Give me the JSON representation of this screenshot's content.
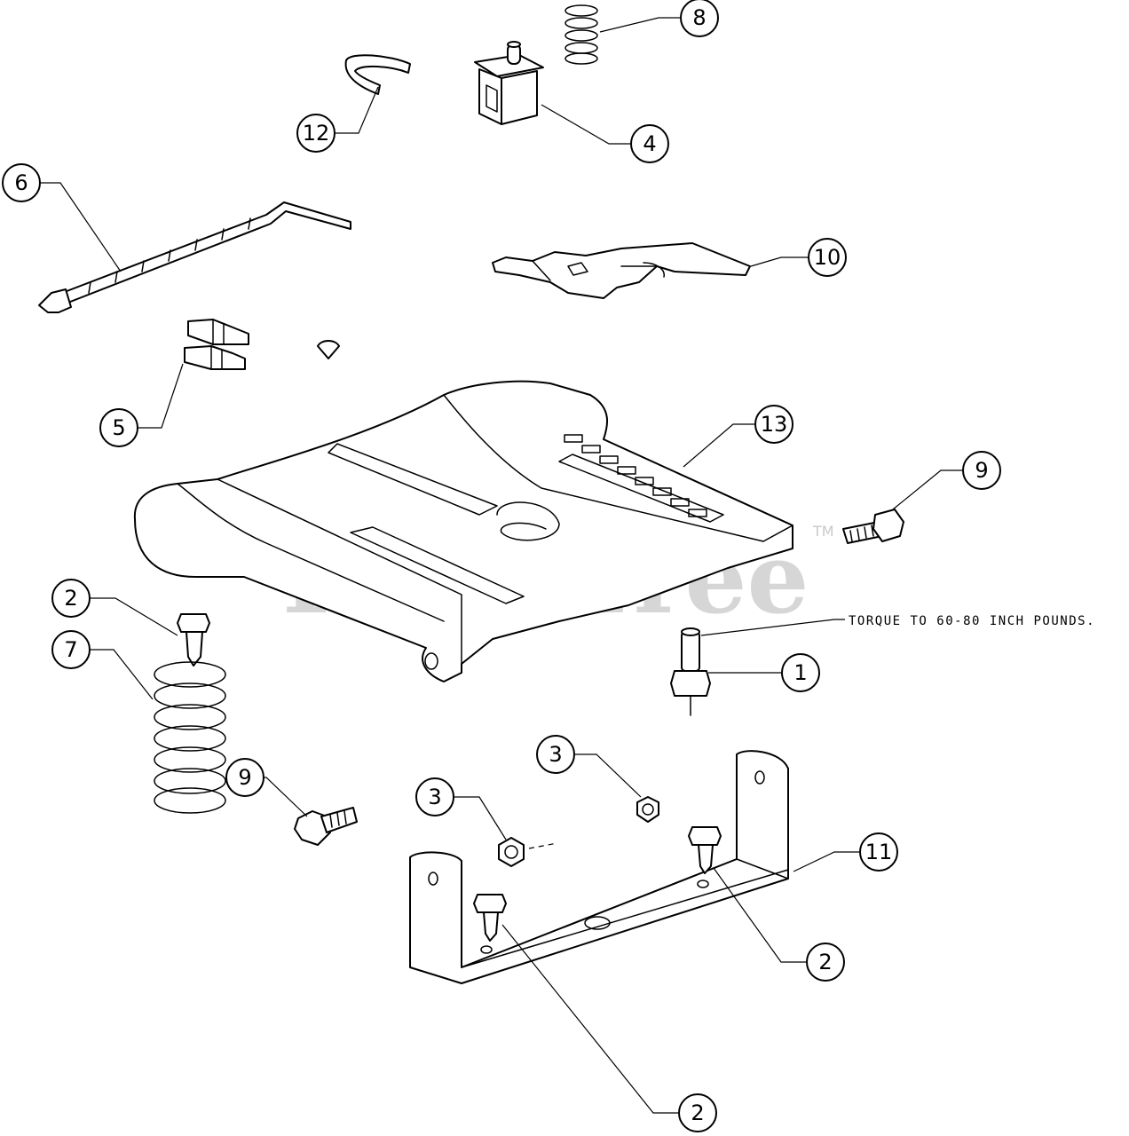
{
  "watermark": {
    "text": "PartsTree",
    "trademark": "TM"
  },
  "note": {
    "text": "TORQUE TO 60-80 INCH POUNDS."
  },
  "callouts": [
    {
      "label": "1"
    },
    {
      "label": "2"
    },
    {
      "label": "2"
    },
    {
      "label": "2"
    },
    {
      "label": "3"
    },
    {
      "label": "3"
    },
    {
      "label": "4"
    },
    {
      "label": "5"
    },
    {
      "label": "6"
    },
    {
      "label": "7"
    },
    {
      "label": "8"
    },
    {
      "label": "9"
    },
    {
      "label": "9"
    },
    {
      "label": "10"
    },
    {
      "label": "11"
    },
    {
      "label": "12"
    },
    {
      "label": "13"
    }
  ]
}
